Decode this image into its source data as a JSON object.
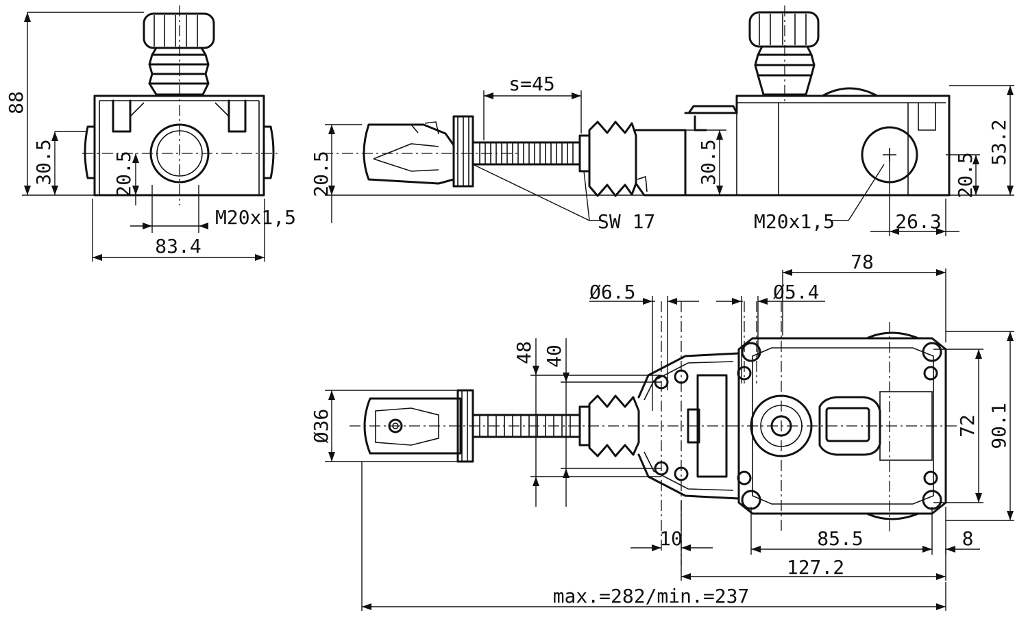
{
  "drawing": {
    "labels": {
      "h88": "88",
      "h30_5_front": "30.5",
      "h20_5_front": "20.5",
      "thread_front": "M20x1,5",
      "w83_4": "83.4",
      "stroke": "s=45",
      "h20_5_rope": "20.5",
      "wrench": "SW 17",
      "h30_5_side": "30.5",
      "thread_side": "M20x1,5",
      "d26_3": "26.3",
      "h53_2": "53.2",
      "h20_5_side": "20.5",
      "w78": "78",
      "dia6_5": "Ø6.5",
      "dia5_4": "Ø5.4",
      "h48": "48",
      "h40": "40",
      "dia36": "Ø36",
      "h72": "72",
      "h90_1": "90.1",
      "w10": "10",
      "w85_5": "85.5",
      "w8": "8",
      "w127_2": "127.2",
      "overall": "max.=282/min.=237"
    }
  }
}
